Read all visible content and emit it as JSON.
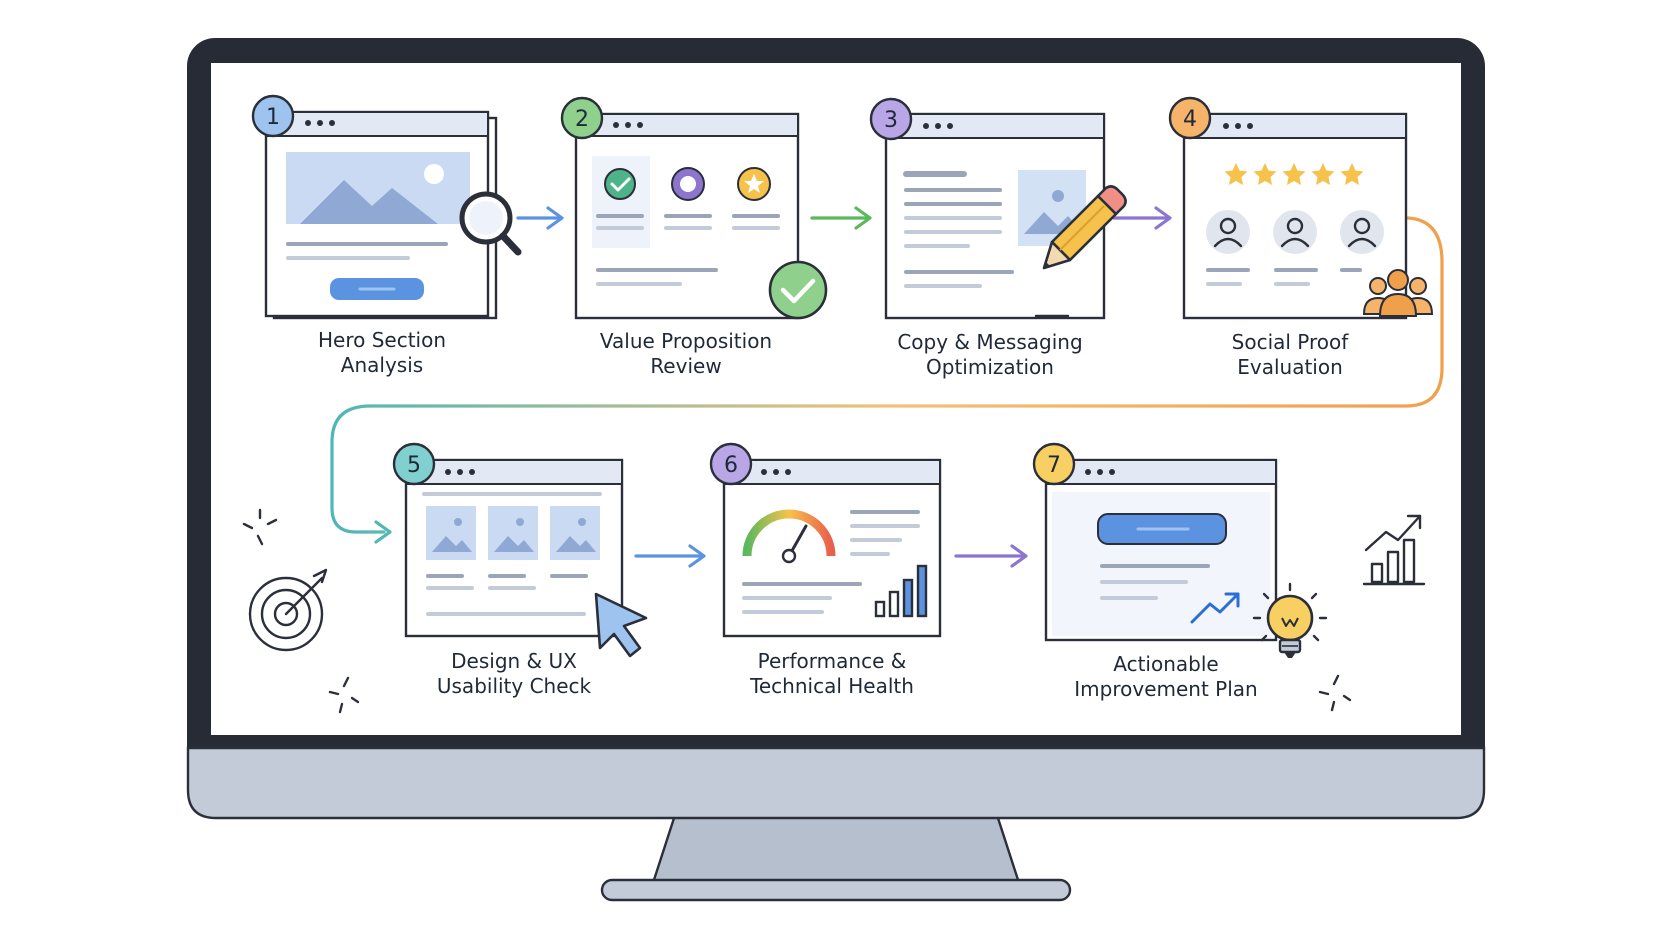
{
  "steps": [
    {
      "num": "1",
      "line1": "Hero Section",
      "line2": "Analysis",
      "color": "#9ec3ef"
    },
    {
      "num": "2",
      "line1": "Value Proposition",
      "line2": "Review",
      "color": "#8fd08c"
    },
    {
      "num": "3",
      "line1": "Copy & Messaging",
      "line2": "Optimization",
      "color": "#b9a6e6"
    },
    {
      "num": "4",
      "line1": "Social Proof",
      "line2": "Evaluation",
      "color": "#f6b36a"
    },
    {
      "num": "5",
      "line1": "Design & UX",
      "line2": "Usability Check",
      "color": "#7fd0cf"
    },
    {
      "num": "6",
      "line1": "Performance &",
      "line2": "Technical Health",
      "color": "#b9a6e6"
    },
    {
      "num": "7",
      "line1": "Actionable",
      "line2": "Improvement Plan",
      "color": "#f8cf63"
    }
  ],
  "colors": {
    "bezel": "#262b36",
    "stand": "#c4cbd8",
    "accent_blue": "#5b93e0",
    "accent_green": "#5cb85c",
    "accent_purple": "#8c75cf",
    "accent_orange": "#f0a04b",
    "accent_teal": "#4fb7b5",
    "star": "#f6c24b"
  },
  "icons": [
    "magnifier-icon",
    "check-badge-icon",
    "pencil-icon",
    "people-icon",
    "cursor-icon",
    "gauge-icon",
    "bar-chart-icon",
    "lightbulb-icon",
    "target-icon",
    "trend-chart-icon"
  ]
}
